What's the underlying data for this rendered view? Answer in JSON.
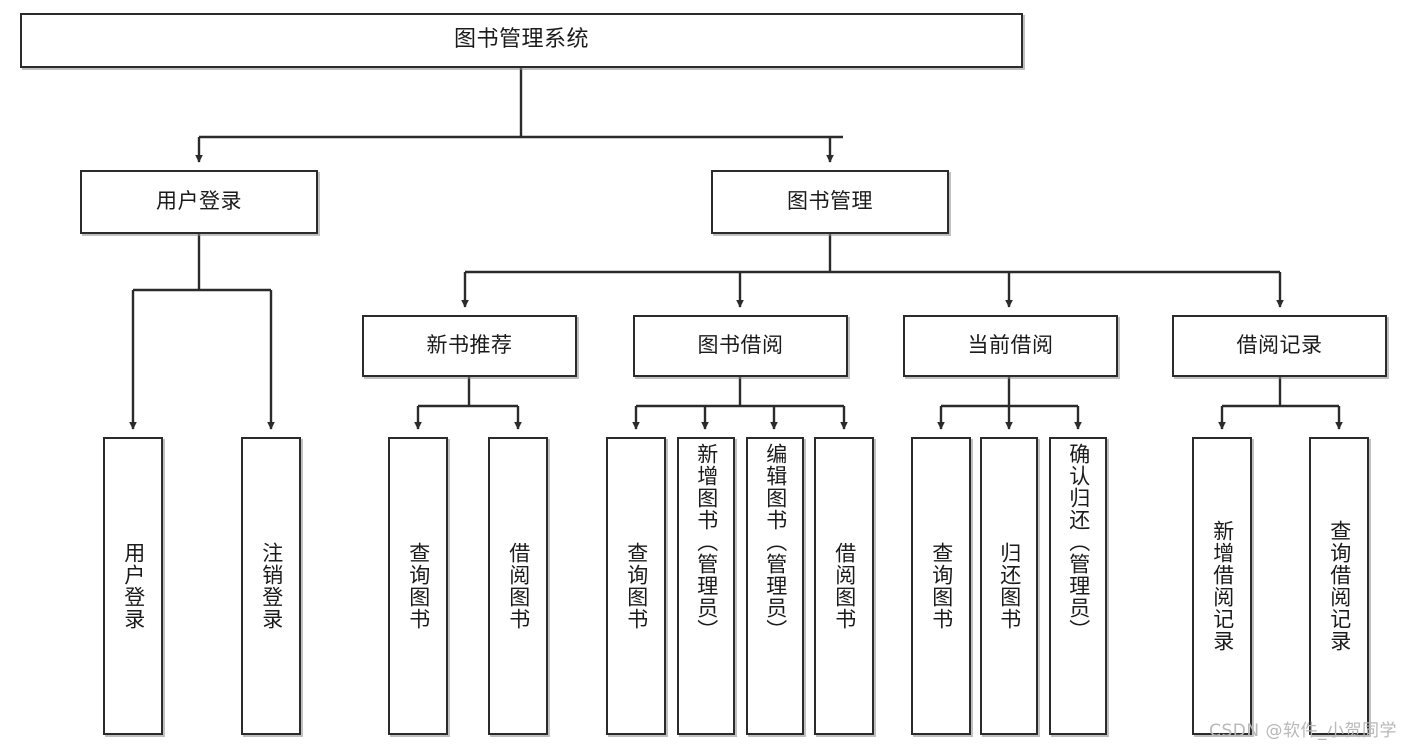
{
  "diagram": {
    "type": "tree-hierarchy",
    "title": "图书管理系统",
    "orientation": "top-down",
    "colors": {
      "box_border": "#2b2b2b",
      "box_fill": "#ffffff",
      "connector": "#2b2b2b",
      "text": "#1b1b1b",
      "watermark": "#b8b8b8",
      "background": "#ffffff"
    }
  },
  "nodes": {
    "root": {
      "label": "图书管理系统"
    },
    "level2": [
      {
        "id": "user-login",
        "label": "用户登录"
      },
      {
        "id": "book-manage",
        "label": "图书管理"
      }
    ],
    "level3": [
      {
        "id": "new-book-recommend",
        "label": "新书推荐"
      },
      {
        "id": "book-borrow",
        "label": "图书借阅"
      },
      {
        "id": "current-borrow",
        "label": "当前借阅"
      },
      {
        "id": "borrow-record",
        "label": "借阅记录"
      }
    ],
    "leaves": [
      {
        "id": "leaf-user-login",
        "parent": "user-login",
        "label": "用户登录"
      },
      {
        "id": "leaf-logout",
        "parent": "user-login",
        "label": "注销登录"
      },
      {
        "id": "leaf-query-book-1",
        "parent": "new-book-recommend",
        "label": "查询图书"
      },
      {
        "id": "leaf-borrow-book-1",
        "parent": "new-book-recommend",
        "label": "借阅图书"
      },
      {
        "id": "leaf-query-book-2",
        "parent": "book-borrow",
        "label": "查询图书"
      },
      {
        "id": "leaf-add-book",
        "parent": "book-borrow",
        "label": "新增图书（管理员）"
      },
      {
        "id": "leaf-edit-book",
        "parent": "book-borrow",
        "label": "编辑图书（管理员）"
      },
      {
        "id": "leaf-borrow-book-2",
        "parent": "book-borrow",
        "label": "借阅图书"
      },
      {
        "id": "leaf-query-book-3",
        "parent": "current-borrow",
        "label": "查询图书"
      },
      {
        "id": "leaf-return-book",
        "parent": "current-borrow",
        "label": "归还图书"
      },
      {
        "id": "leaf-confirm-return",
        "parent": "current-borrow",
        "label": "确认归还（管理员）"
      },
      {
        "id": "leaf-add-record",
        "parent": "borrow-record",
        "label": "新增借阅记录"
      },
      {
        "id": "leaf-query-record",
        "parent": "borrow-record",
        "label": "查询借阅记录"
      }
    ]
  },
  "watermark": {
    "text": "CSDN @软件_小贺同学"
  }
}
